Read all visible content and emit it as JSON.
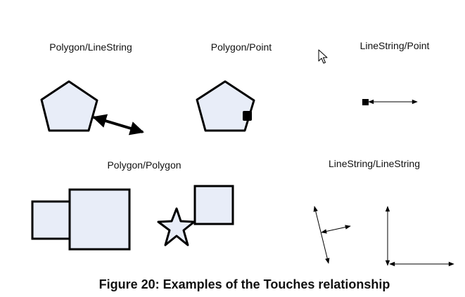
{
  "panels": {
    "polygon_linestring": "Polygon/LineString",
    "polygon_point": "Polygon/Point",
    "linestring_point": "LineString/Point",
    "polygon_polygon": "Polygon/Polygon",
    "linestring_linestring": "LineString/LineString"
  },
  "caption": "Figure 20: Examples of the Touches relationship",
  "colors": {
    "shape_fill": "#e8edf8",
    "stroke": "#000000",
    "background": "#ffffff"
  },
  "icons": {
    "cursor": "mouse-pointer-icon"
  }
}
